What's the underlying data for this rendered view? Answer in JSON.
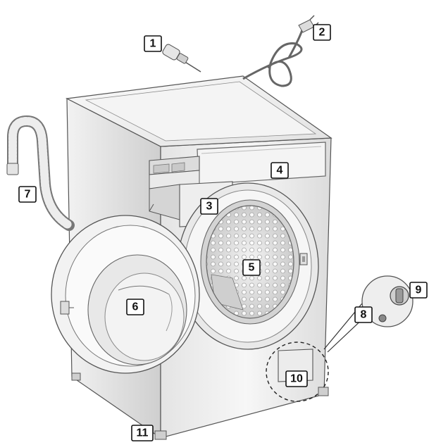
{
  "callouts": [
    {
      "id": "1",
      "part": "hose-connector"
    },
    {
      "id": "2",
      "part": "power-plug"
    },
    {
      "id": "3",
      "part": "detergent-drawer"
    },
    {
      "id": "4",
      "part": "control-panel"
    },
    {
      "id": "5",
      "part": "drum"
    },
    {
      "id": "6",
      "part": "door"
    },
    {
      "id": "7",
      "part": "drain-hose"
    },
    {
      "id": "8",
      "part": "emergency-drain-hose"
    },
    {
      "id": "9",
      "part": "pump-filter"
    },
    {
      "id": "10",
      "part": "service-flap"
    },
    {
      "id": "11",
      "part": "adjustable-feet"
    }
  ],
  "colors": {
    "line": "#555555",
    "body_light": "#f3f3f3",
    "body_mid": "#d9d9d9",
    "body_dark": "#b8b8b8",
    "callout_border": "#111111"
  }
}
